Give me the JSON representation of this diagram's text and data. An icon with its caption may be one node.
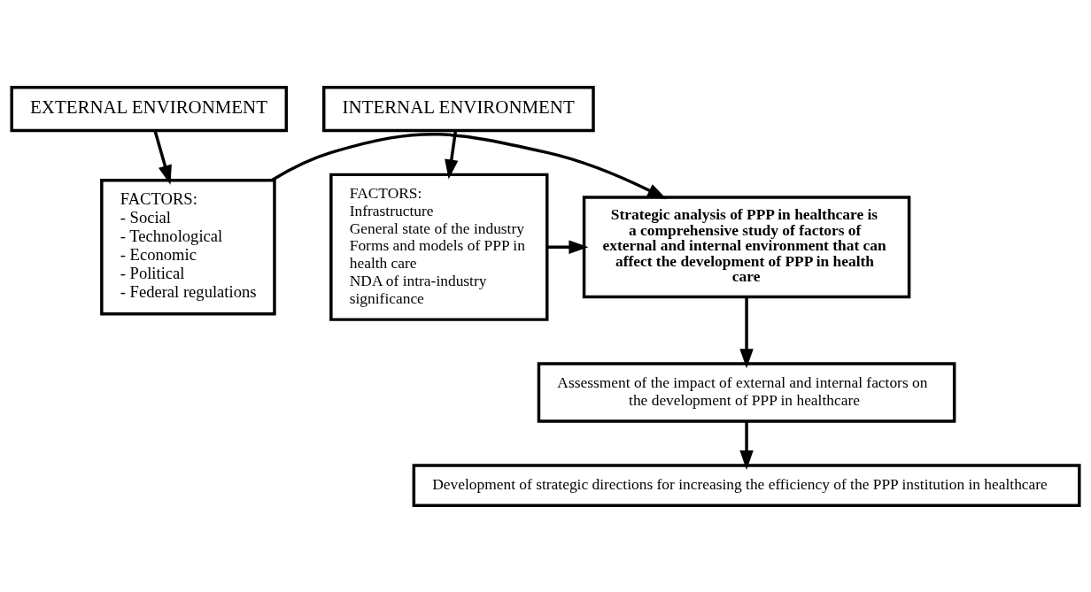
{
  "diagram": {
    "nodes": [
      {
        "text": [
          "EXTERNAL ENVIRONMENT"
        ]
      },
      {
        "text": [
          "FACTORS:",
          "- Social",
          "- Technological",
          "- Economic",
          "- Political",
          "- Federal regulations"
        ]
      },
      {
        "text": [
          "Strategic analysis of PPP in healthcare is a comprehensive study of factors of external and internal environment that can affect the development of PPP in health care"
        ]
      },
      {
        "text": [
          "INTERNAL ENVIRONMENT"
        ]
      },
      {
        "text": [
          "FACTORS:",
          "Infrastructure",
          "General state of the industry",
          "Forms and models of PPP in health care",
          "NDA of intra-industry significance"
        ]
      },
      {
        "text": [
          "Assessment of the impact of external and internal factors on the development of PPP in healthcare"
        ]
      },
      {
        "text": [
          "Development of strategic directions for increasing the efficiency of the PPP institution in healthcare"
        ]
      }
    ],
    "edges": [
      {
        "from": 0,
        "to": 1,
        "arrow": "to"
      },
      {
        "from": 1,
        "to": 2,
        "arrow": "to"
      },
      {
        "from": 3,
        "to": 4,
        "arrow": "to"
      },
      {
        "from": 4,
        "to": 2,
        "arrow": "to"
      },
      {
        "from": 2,
        "to": 5,
        "arrow": "to"
      },
      {
        "from": 5,
        "to": 6,
        "arrow": "to"
      }
    ]
  }
}
